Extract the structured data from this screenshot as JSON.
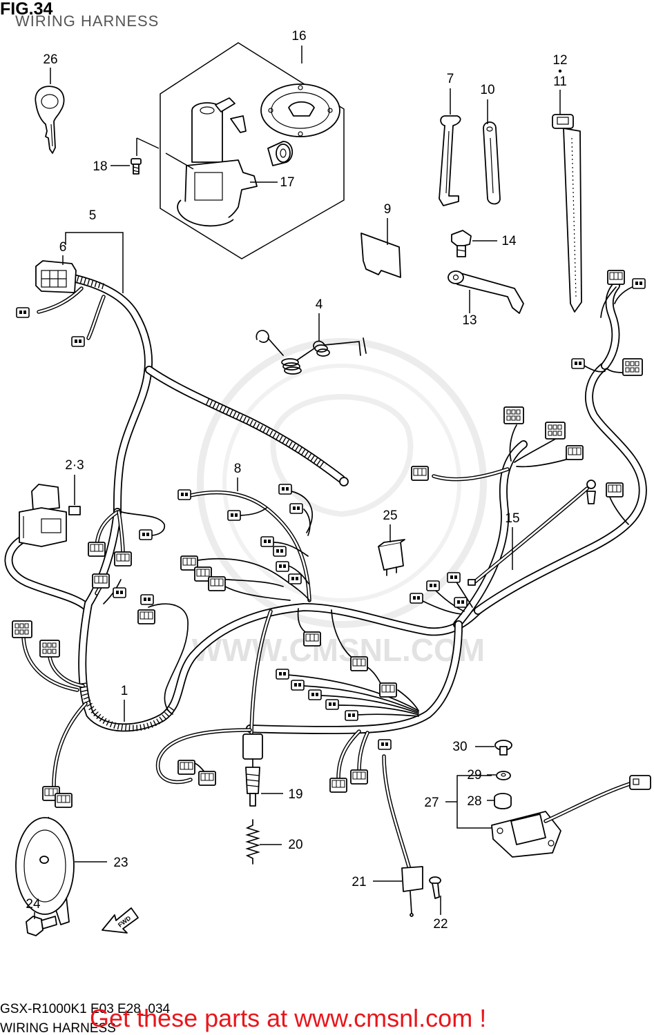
{
  "figure": {
    "number": "FIG.34",
    "title": "WIRING HARNESS"
  },
  "callouts": [
    "16",
    "26",
    "12",
    "11",
    "7",
    "10",
    "18",
    "17",
    "5",
    "6",
    "9",
    "14",
    "13",
    "4",
    "2·3",
    "8",
    "25",
    "15",
    "1",
    "30",
    "29",
    "27",
    "28",
    "19",
    "20",
    "23",
    "21",
    "22",
    "24"
  ],
  "direction_label": "FWD",
  "watermark": "WWW.CMSNL.COM",
  "footer": {
    "model_code": "GSX-R1000K1 E03 E28_034",
    "title": "WIRING HARNESS",
    "promo": "Get these parts at www.cmsnl.com !"
  },
  "colors": {
    "line": "#000000",
    "promo": "#e8161b",
    "watermark": "#e2e2e2"
  }
}
